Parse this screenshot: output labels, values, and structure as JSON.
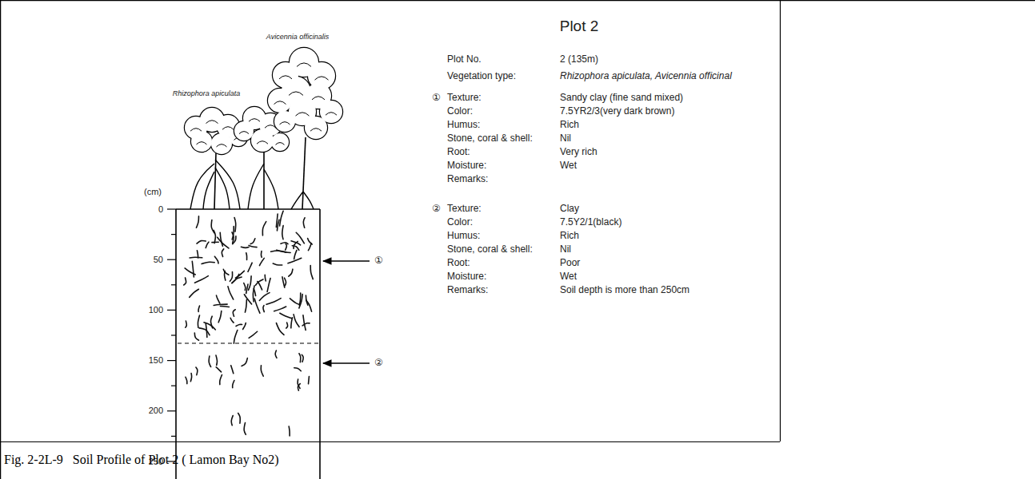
{
  "diagram": {
    "title": "Plot 2",
    "caption": "Fig. 2-2L-9   Soil Profile of Plot 2 ( Lamon Bay No2)",
    "labels": [
      "Avicennia officinalis",
      "Rhizophora apiculata",
      "(cm)",
      "0",
      "50",
      "100",
      "150",
      "200",
      "250",
      "①",
      "②",
      "Plot No.",
      "2 (135m)",
      "Vegetation type:",
      "Rhizophora apiculata, Avicennia officinal",
      "①",
      "Texture:",
      "Sandy clay (fine sand mixed)",
      "Color:",
      "7.5YR2/3(very dark brown)",
      "Humus:",
      "Rich",
      "Stone, coral & shell:",
      "Nil",
      "Root:",
      "Very rich",
      "Moisture:",
      "Wet",
      "Remarks:",
      "②",
      "Texture:",
      "Clay",
      "Color:",
      "7.5Y2/1(black)",
      "Humus:",
      "Rich",
      "Stone, coral & shell:",
      "Nil",
      "Root:",
      "Poor",
      "Moisture:",
      "Wet",
      "Remarks:",
      "Soil depth is more than 250cm"
    ]
  }
}
